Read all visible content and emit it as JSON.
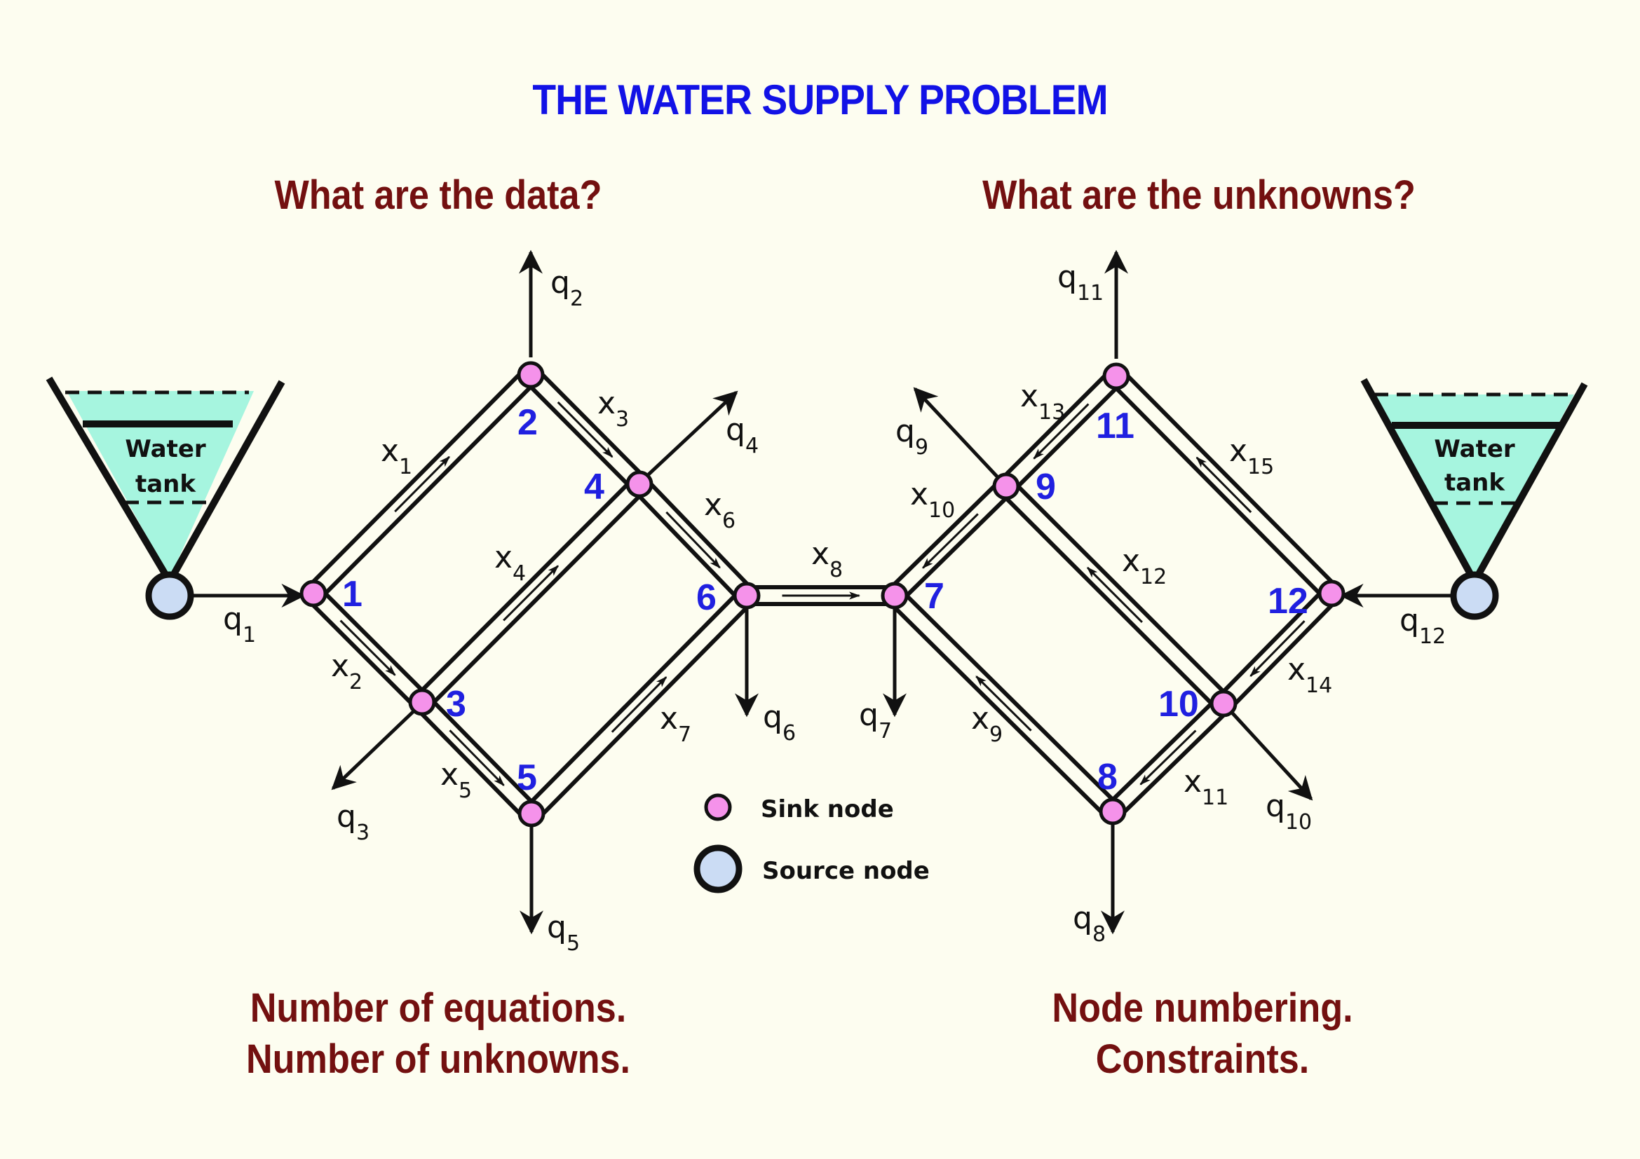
{
  "title": "THE WATER SUPPLY PROBLEM",
  "headings": {
    "top_left": "What are the data?",
    "top_right": "What are the unknowns?",
    "bottom_left_1": "Number of equations.",
    "bottom_left_2": "Number of unknowns.",
    "bottom_right_1": "Node numbering.",
    "bottom_right_2": "Constraints."
  },
  "colors": {
    "title": "#1212e6",
    "heading": "#731010",
    "node_number": "#2020e0",
    "sink_fill": "#f592ea",
    "source_fill": "#cbdcf4",
    "water_fill": "#a6f5df",
    "background": "#fdfdf0"
  },
  "tanks": [
    {
      "id": "left",
      "label_line1": "Water",
      "label_line2": "tank"
    },
    {
      "id": "right",
      "label_line1": "Water",
      "label_line2": "tank"
    }
  ],
  "legend": {
    "sink": "Sink node",
    "source": "Source node"
  },
  "nodes": [
    {
      "id": "1",
      "type": "sink"
    },
    {
      "id": "2",
      "type": "sink"
    },
    {
      "id": "3",
      "type": "sink"
    },
    {
      "id": "4",
      "type": "sink"
    },
    {
      "id": "5",
      "type": "sink"
    },
    {
      "id": "6",
      "type": "sink"
    },
    {
      "id": "7",
      "type": "sink"
    },
    {
      "id": "8",
      "type": "sink"
    },
    {
      "id": "9",
      "type": "sink"
    },
    {
      "id": "10",
      "type": "sink"
    },
    {
      "id": "11",
      "type": "sink"
    },
    {
      "id": "12",
      "type": "sink"
    },
    {
      "id": "SL",
      "type": "source"
    },
    {
      "id": "SR",
      "type": "source"
    }
  ],
  "pipes": [
    {
      "label": "x",
      "sub": "1",
      "from": "1",
      "to": "2"
    },
    {
      "label": "x",
      "sub": "2",
      "from": "1",
      "to": "3"
    },
    {
      "label": "x",
      "sub": "3",
      "from": "2",
      "to": "4"
    },
    {
      "label": "x",
      "sub": "4",
      "from": "3",
      "to": "4"
    },
    {
      "label": "x",
      "sub": "5",
      "from": "3",
      "to": "5"
    },
    {
      "label": "x",
      "sub": "6",
      "from": "4",
      "to": "6"
    },
    {
      "label": "x",
      "sub": "7",
      "from": "5",
      "to": "6"
    },
    {
      "label": "x",
      "sub": "8",
      "from": "6",
      "to": "7"
    },
    {
      "label": "x",
      "sub": "9",
      "from": "8",
      "to": "7"
    },
    {
      "label": "x",
      "sub": "10",
      "from": "9",
      "to": "7"
    },
    {
      "label": "x",
      "sub": "11",
      "from": "10",
      "to": "8"
    },
    {
      "label": "x",
      "sub": "12",
      "from": "10",
      "to": "9"
    },
    {
      "label": "x",
      "sub": "13",
      "from": "11",
      "to": "9"
    },
    {
      "label": "x",
      "sub": "14",
      "from": "12",
      "to": "10"
    },
    {
      "label": "x",
      "sub": "15",
      "from": "12",
      "to": "11"
    }
  ],
  "flows": [
    {
      "label": "q",
      "sub": "1",
      "node": "1",
      "direction": "in"
    },
    {
      "label": "q",
      "sub": "2",
      "node": "2",
      "direction": "out"
    },
    {
      "label": "q",
      "sub": "3",
      "node": "3",
      "direction": "out"
    },
    {
      "label": "q",
      "sub": "4",
      "node": "4",
      "direction": "out"
    },
    {
      "label": "q",
      "sub": "5",
      "node": "5",
      "direction": "out"
    },
    {
      "label": "q",
      "sub": "6",
      "node": "6",
      "direction": "out"
    },
    {
      "label": "q",
      "sub": "7",
      "node": "7",
      "direction": "out"
    },
    {
      "label": "q",
      "sub": "8",
      "node": "8",
      "direction": "out"
    },
    {
      "label": "q",
      "sub": "9",
      "node": "9",
      "direction": "out"
    },
    {
      "label": "q",
      "sub": "10",
      "node": "10",
      "direction": "out"
    },
    {
      "label": "q",
      "sub": "11",
      "node": "11",
      "direction": "out"
    },
    {
      "label": "q",
      "sub": "12",
      "node": "12",
      "direction": "in"
    }
  ]
}
